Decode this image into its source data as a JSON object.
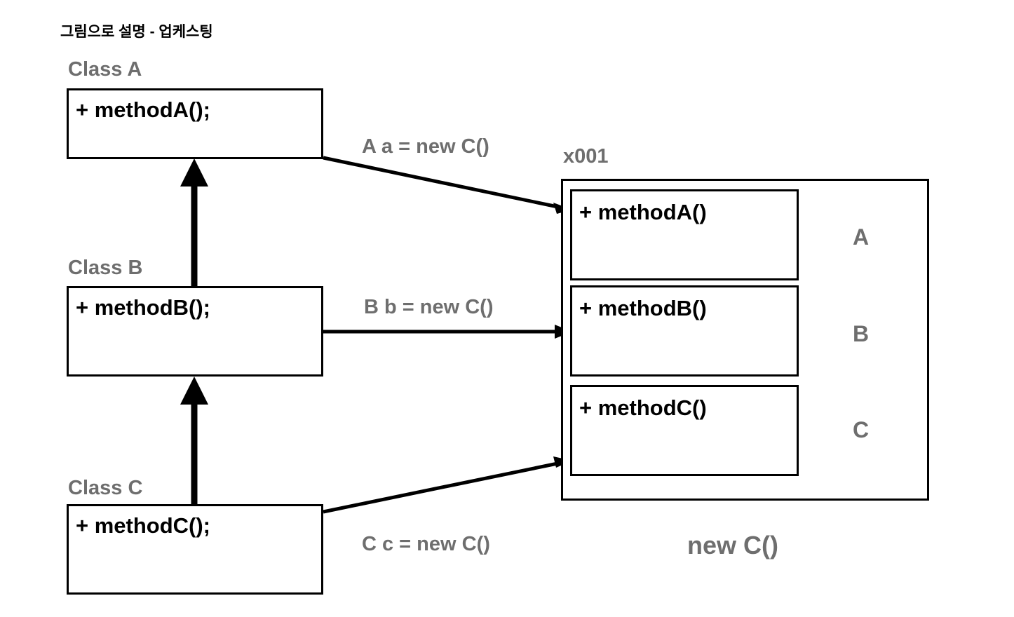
{
  "page": {
    "title": "그림으로 설명 - 업케스팅",
    "background_color": "#ffffff",
    "stroke_color": "#000000",
    "gray_text_color": "#6e6e6e"
  },
  "classes": [
    {
      "label": "Class A",
      "method": "+ methodA();"
    },
    {
      "label": "Class B",
      "method": "+ methodB();"
    },
    {
      "label": "Class C",
      "method": "+ methodC();"
    }
  ],
  "relations": [
    {
      "label": "A a = new C()"
    },
    {
      "label": "B b = new C()"
    },
    {
      "label": "C c = new C()"
    }
  ],
  "object": {
    "address_label": "x001",
    "caption": "new C()",
    "slots": [
      {
        "method": "+ methodA()",
        "letter": "A"
      },
      {
        "method": "+ methodB()",
        "letter": "B"
      },
      {
        "method": "+ methodC()",
        "letter": "C"
      }
    ]
  }
}
